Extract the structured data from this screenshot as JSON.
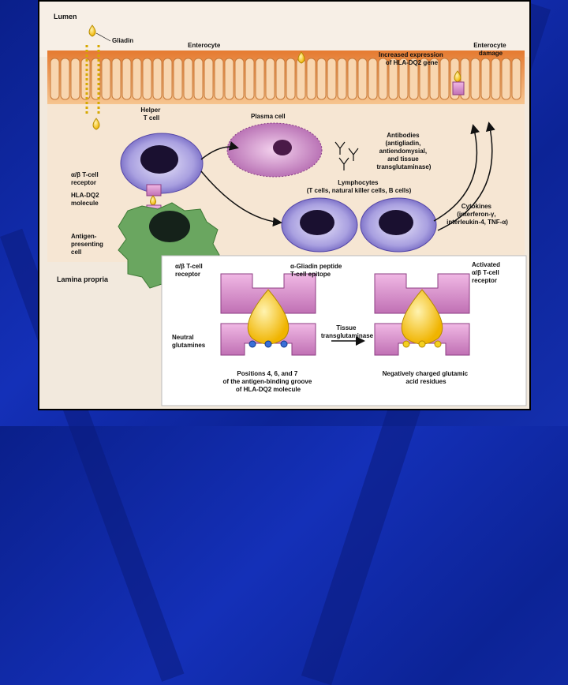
{
  "colors": {
    "slide_bg": "#1430b8",
    "figure_bg": "#f2e9dd",
    "epithelium": "#f2b27a",
    "lamina": "#f7e4cf",
    "cell_purple": "#a9a0e0",
    "apc_green": "#6aa660",
    "receptor_pink": "#d990c8",
    "gliadin_yellow": "#f4c91a",
    "glutamine_blue": "#3a6fd8"
  },
  "labels": {
    "lumen": "Lumen",
    "gliadin": "Gliadin",
    "enterocyte": "Enterocyte",
    "hla_expression": [
      "Increased expression",
      "of HLA-DQ2 gene"
    ],
    "enterocyte_damage": [
      "Enterocyte",
      "damage"
    ],
    "helper_t": [
      "Helper",
      "T cell"
    ],
    "plasma_cell": "Plasma cell",
    "antibodies": [
      "Antibodies",
      "(antigliadin,",
      "antiendomysial,",
      "and tissue",
      "transglutaminase)"
    ],
    "tcell_receptor": [
      "α/β T-cell",
      "receptor"
    ],
    "hla_molecule": [
      "HLA-DQ2",
      "molecule"
    ],
    "lymphocytes": [
      "Lymphocytes",
      "(T cells, natural killer cells, B cells)"
    ],
    "apc": [
      "Antigen-",
      "presenting",
      "cell"
    ],
    "cytokines": [
      "Cytokines",
      "(interferon-γ,",
      "interleukin-4, TNF-α)"
    ],
    "lamina_propria": "Lamina propria",
    "inset_receptor": [
      "α/β T-cell",
      "receptor"
    ],
    "gliadin_peptide": [
      "α-Gliadin peptide",
      "T-cell epitope"
    ],
    "activated_receptor": [
      "Activated",
      "α/β T-cell",
      "receptor"
    ],
    "neutral_glutamines": [
      "Neutral",
      "glutamines"
    ],
    "tissue_tg": [
      "Tissue",
      "transglutaminase"
    ],
    "positions": [
      "Positions 4, 6, and 7",
      "of the antigen-binding groove",
      "of HLA-DQ2 molecule"
    ],
    "negative_glutamic": [
      "Negatively charged glutamic",
      "acid residues"
    ]
  }
}
